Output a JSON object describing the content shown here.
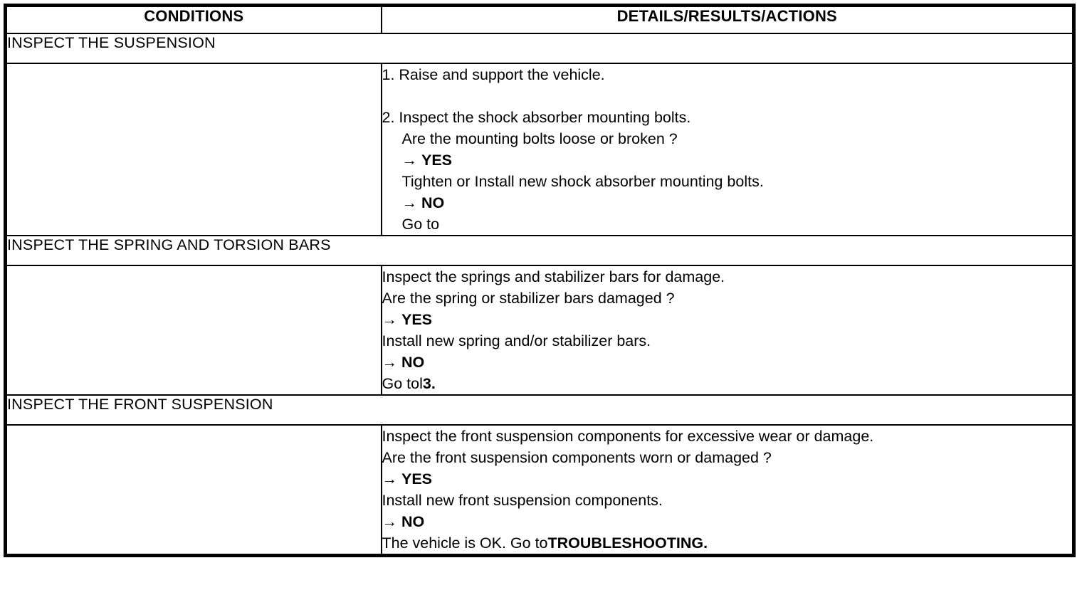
{
  "table": {
    "headers": [
      "CONDITIONS",
      "DETAILS/RESULTS/ACTIONS"
    ],
    "sections": [
      {
        "title": "INSPECT THE SUSPENSION",
        "condition": "",
        "lines": [
          {
            "indent": 0,
            "parts": [
              {
                "text": "1. Raise and support the vehicle.",
                "bold": false
              }
            ]
          },
          {
            "indent": 0,
            "parts": []
          },
          {
            "indent": 0,
            "parts": [
              {
                "text": "2. Inspect the shock absorber mounting bolts.",
                "bold": false
              }
            ]
          },
          {
            "indent": 1,
            "parts": [
              {
                "text": "Are the mounting bolts loose or broken ?",
                "bold": false
              }
            ]
          },
          {
            "indent": 1,
            "parts": [
              {
                "text": "→ ",
                "bold": false
              },
              {
                "text": "YES",
                "bold": true
              }
            ]
          },
          {
            "indent": 1,
            "parts": [
              {
                "text": "Tighten or Install new shock absorber mounting bolts.",
                "bold": false
              }
            ]
          },
          {
            "indent": 1,
            "parts": [
              {
                "text": "→ ",
                "bold": false
              },
              {
                "text": "NO",
                "bold": true
              }
            ]
          },
          {
            "indent": 1,
            "parts": [
              {
                "text": "Go to",
                "bold": false
              }
            ]
          }
        ]
      },
      {
        "title": "INSPECT THE SPRING AND TORSION BARS",
        "condition": "",
        "lines": [
          {
            "indent": 0,
            "parts": [
              {
                "text": "Inspect the springs and stabilizer bars for damage.",
                "bold": false
              }
            ]
          },
          {
            "indent": 0,
            "parts": [
              {
                "text": "Are the spring or stabilizer bars damaged ?",
                "bold": false
              }
            ]
          },
          {
            "indent": 0,
            "parts": [
              {
                "text": "→ ",
                "bold": false
              },
              {
                "text": "YES",
                "bold": true
              }
            ]
          },
          {
            "indent": 0,
            "parts": [
              {
                "text": "Install new spring and/or stabilizer bars.",
                "bold": false
              }
            ]
          },
          {
            "indent": 0,
            "parts": [
              {
                "text": "→ ",
                "bold": false
              },
              {
                "text": "NO",
                "bold": true
              }
            ]
          },
          {
            "indent": 0,
            "parts": [
              {
                "text": "Go tol",
                "bold": false
              },
              {
                "text": "3.",
                "bold": true
              }
            ]
          }
        ]
      },
      {
        "title": "INSPECT THE FRONT SUSPENSION",
        "condition": "",
        "lines": [
          {
            "indent": 0,
            "parts": [
              {
                "text": "Inspect the front suspension components for excessive wear or damage.",
                "bold": false
              }
            ]
          },
          {
            "indent": 0,
            "parts": [
              {
                "text": "Are the front suspension components worn or damaged ?",
                "bold": false
              }
            ]
          },
          {
            "indent": 0,
            "parts": [
              {
                "text": "→ ",
                "bold": false
              },
              {
                "text": "YES",
                "bold": true
              }
            ]
          },
          {
            "indent": 0,
            "parts": [
              {
                "text": "Install new front suspension components.",
                "bold": false
              }
            ]
          },
          {
            "indent": 0,
            "parts": [
              {
                "text": "→ ",
                "bold": false
              },
              {
                "text": "NO",
                "bold": true
              }
            ]
          },
          {
            "indent": 0,
            "parts": [
              {
                "text": "The vehicle is OK. Go to",
                "bold": false
              },
              {
                "text": "TROUBLESHOOTING.",
                "bold": true
              }
            ]
          }
        ]
      }
    ],
    "colors": {
      "border": "#000000",
      "background": "#ffffff",
      "text": "#000000"
    }
  }
}
